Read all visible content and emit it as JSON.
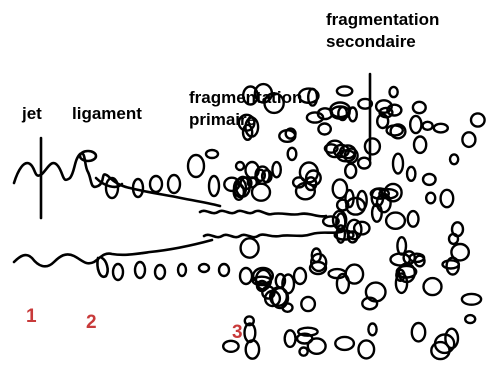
{
  "labels": {
    "jet": "jet",
    "ligament": "ligament",
    "primary_line1": "fragmentation",
    "primary_line2": "primaire",
    "secondary_line1": "fragmentation",
    "secondary_line2": "secondaire"
  },
  "zones": [
    "1",
    "2",
    "3"
  ],
  "colors": {
    "ink": "#000000",
    "zone_number": "#c83a3a",
    "background": "#ffffff"
  }
}
